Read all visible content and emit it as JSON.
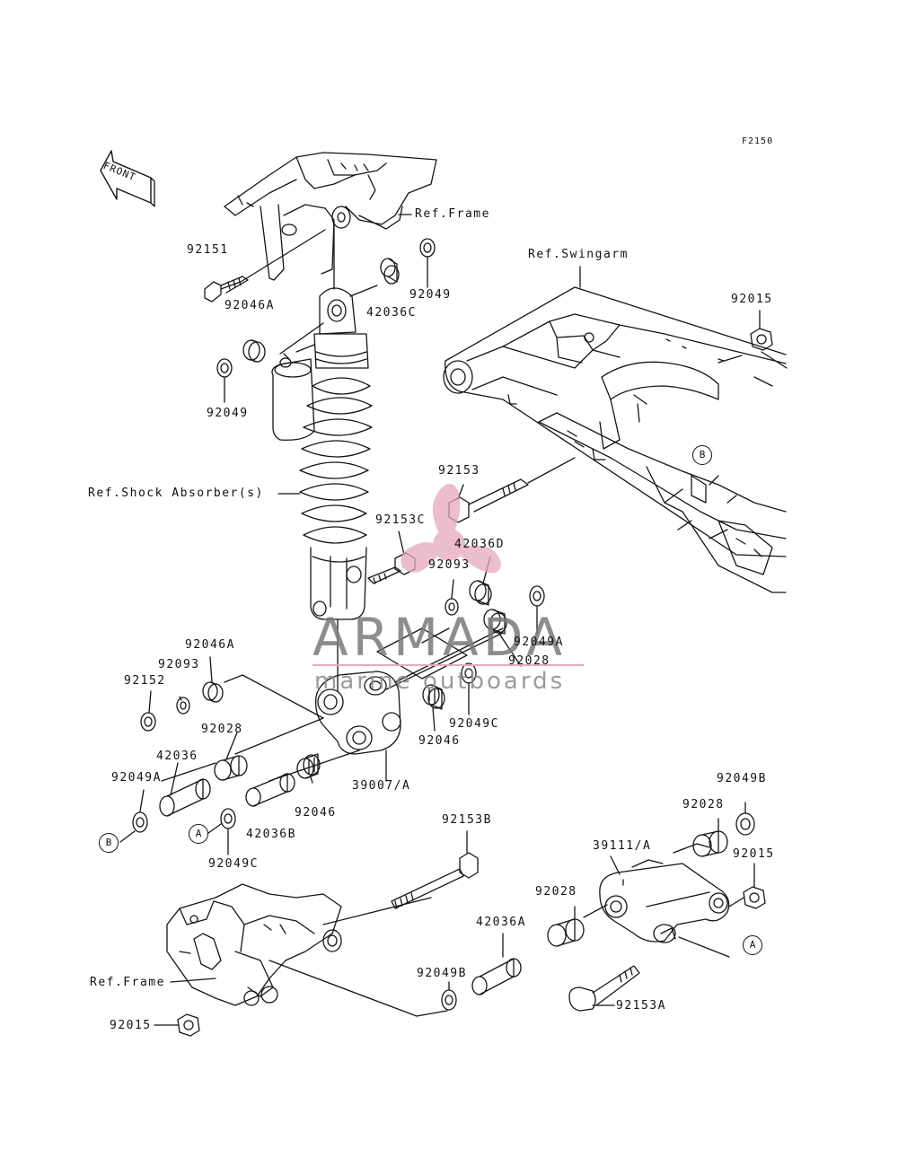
{
  "diagram_code": "F2150",
  "front_arrow_text": "FRONT",
  "watermark": {
    "brand": "ARMADA",
    "tagline": "marine outboards",
    "accent_color": "#e6a7c0",
    "text_color": "#7a7a7a"
  },
  "references": {
    "frame_top": "Ref.Frame",
    "swingarm": "Ref.Swingarm",
    "shock": "Ref.Shock Absorber(s)",
    "frame_bottom": "Ref.Frame"
  },
  "markers": {
    "b_swingarm": "B",
    "b_left": "B",
    "a_left": "A",
    "a_right": "A"
  },
  "parts": {
    "p92151": "92151",
    "p92046A_top": "92046A",
    "p42036C": "42036C",
    "p92049_top": "92049",
    "p92049_left": "92049",
    "p92015_swingarm": "92015",
    "p92153": "92153",
    "p92153C": "92153C",
    "p42036D": "42036D",
    "p92093_center": "92093",
    "p92049A_right": "92049A",
    "p92028_center": "92028",
    "p92049C_center": "92049C",
    "p92046_center": "92046",
    "p39007A": "39007/A",
    "p92046A_left": "92046A",
    "p92093_left": "92093",
    "p92152": "92152",
    "p92028_left": "92028",
    "p42036": "42036",
    "p92049A_left": "92049A",
    "p42036B": "42036B",
    "p92046_lower": "92046",
    "p92049C_lower": "92049C",
    "p92153B": "92153B",
    "p92049B_right": "92049B",
    "p92028_right": "92028",
    "p39111A": "39111/A",
    "p92015_right": "92015",
    "p92028_lower": "92028",
    "p42036A": "42036A",
    "p92049B_lower": "92049B",
    "p92153A": "92153A",
    "p92015_bottom": "92015"
  }
}
